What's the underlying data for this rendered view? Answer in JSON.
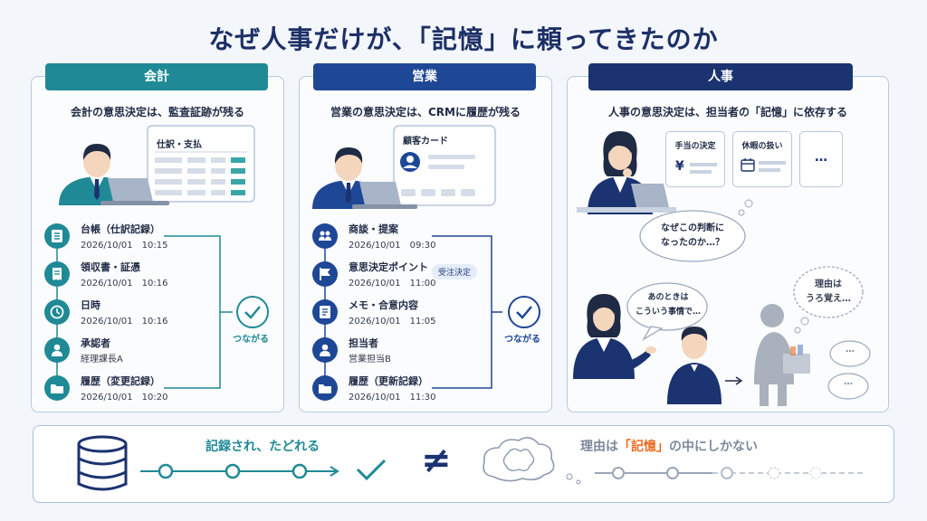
{
  "title": "なぜ人事だけが、「記憶」に頼ってきたのか",
  "colors": {
    "teal": "#1f8a96",
    "blue": "#1e4796",
    "navy": "#1b3370",
    "orange": "#e96a1e"
  },
  "panels": {
    "accounting": {
      "tab": "会計",
      "subtitle": "会計の意思決定は、監査証跡が残る",
      "doc_title": "仕訳・支払",
      "items": [
        {
          "label": "台帳（仕訳記録）",
          "sub": "2026/10/01　10:15",
          "icon": "ledger-icon"
        },
        {
          "label": "領収書・証憑",
          "sub": "2026/10/01　10:16",
          "icon": "receipt-icon"
        },
        {
          "label": "日時",
          "sub": "2026/10/01　10:16",
          "icon": "clock-icon"
        },
        {
          "label": "承認者",
          "sub": "経理課長A",
          "icon": "person-icon"
        },
        {
          "label": "履歴（変更記録）",
          "sub": "2026/10/01　10:20",
          "icon": "folder-icon"
        }
      ],
      "connect_label": "つながる"
    },
    "sales": {
      "tab": "営業",
      "subtitle": "営業の意思決定は、CRMに履歴が残る",
      "card_title": "顧客カード",
      "items": [
        {
          "label": "商談・提案",
          "sub": "2026/10/01　09:30",
          "icon": "people-icon"
        },
        {
          "label": "意思決定ポイント",
          "sub": "2026/10/01　11:00",
          "icon": "flag-icon"
        },
        {
          "label": "メモ・合意内容",
          "sub": "2026/10/01　11:05",
          "icon": "memo-icon"
        },
        {
          "label": "担当者",
          "sub": "営業担当B",
          "icon": "person-icon"
        },
        {
          "label": "履歴（更新記録）",
          "sub": "2026/10/01　11:30",
          "icon": "folder-icon"
        }
      ],
      "badge": "受注決定",
      "connect_label": "つながる"
    },
    "hr": {
      "tab": "人事",
      "subtitle": "人事の意思決定は、担当者の「記憶」に依存する",
      "cards": [
        "手当の決定",
        "休暇の扱い",
        "…"
      ],
      "bubble_question": "なぜこの判断に\nなったのか…？",
      "bubble_explain": "あのときは\nこういう事情で…",
      "bubble_reason": "理由は\nうろ覚え…",
      "bubble_dots": "…"
    }
  },
  "bottom": {
    "left_label": "記録され、たどれる",
    "not_equal": "≠",
    "right_label_pre": "理由は",
    "right_label_highlight": "「記憶」",
    "right_label_post": "の中にしかない"
  }
}
